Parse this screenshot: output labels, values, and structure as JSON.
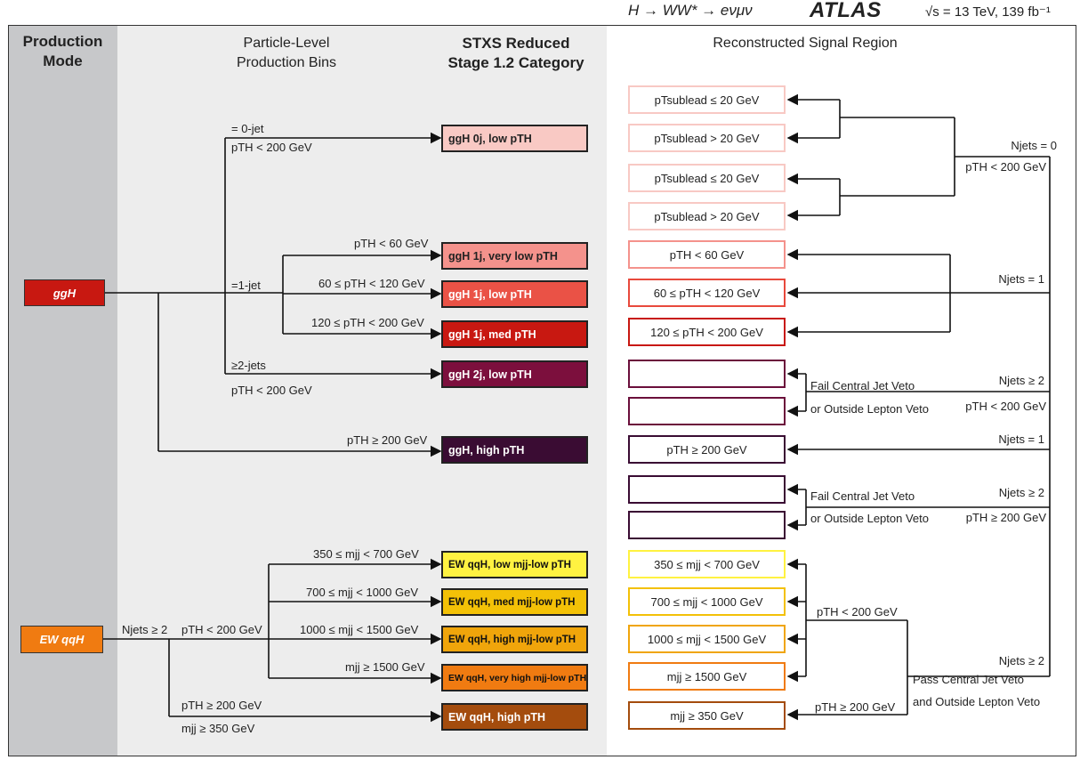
{
  "title": {
    "process": "H → WW* → eνμν",
    "experiment": "ATLAS",
    "energy": "√s = 13 TeV, 139 fb⁻¹"
  },
  "headers": {
    "production_mode": "Production\nMode",
    "particle_bins": "Particle-Level\nProduction Bins",
    "stxs": "STXS Reduced\nStage 1.2 Category",
    "reco": "Reconstructed Signal Region"
  },
  "production_modes": [
    "ggH",
    "EW qqH"
  ],
  "particle_bins": {
    "zero_jet": "= 0-jet",
    "zero_jet_pt": "pTH < 200 GeV",
    "one_jet": "=1-jet",
    "one_jet_low": "pTH < 60 GeV",
    "one_jet_mid": "60 ≤ pTH < 120 GeV",
    "one_jet_high": "120 ≤ pTH < 200 GeV",
    "two_jet": "≥2-jets",
    "two_jet_pt": "pTH < 200 GeV",
    "high_pt": "pTH ≥ 200 GeV",
    "vbf_njets": "Njets ≥ 2",
    "vbf_pt_low": "pTH < 200 GeV",
    "vbf_mjj_1": "350 ≤ mjj < 700 GeV",
    "vbf_mjj_2": "700 ≤ mjj < 1000 GeV",
    "vbf_mjj_3": "1000 ≤ mjj < 1500 GeV",
    "vbf_mjj_4": "mjj ≥ 1500 GeV",
    "vbf_pt_high": "pTH ≥ 200 GeV",
    "vbf_mjj_min": "mjj ≥ 350 GeV"
  },
  "stxs_categories": [
    {
      "label": "ggH 0j, low pTH",
      "color": "#f9c9c4"
    },
    {
      "label": "ggH 1j, very low pTH",
      "color": "#f4928c"
    },
    {
      "label": "ggH 1j, low pTH",
      "color": "#ea5246"
    },
    {
      "label": "ggH 1j, med pTH",
      "color": "#c81811"
    },
    {
      "label": "ggH 2j, low pTH",
      "color": "#7c0f3d"
    },
    {
      "label": "ggH, high pTH",
      "color": "#3a0c33"
    },
    {
      "label": "EW qqH, low mjj-low pTH",
      "color": "#fff241"
    },
    {
      "label": "EW qqH, med mjj-low pTH",
      "color": "#f3c107"
    },
    {
      "label": "EW qqH, high mjj-low pTH",
      "color": "#f0a50b"
    },
    {
      "label": "EW qqH, very high mjj-low pTH",
      "color": "#f07b11"
    },
    {
      "label": "EW qqH, high pTH",
      "color": "#a44c0d"
    }
  ],
  "reco_regions": [
    {
      "label": "pTsublead ≤ 20 GeV",
      "color": "#f8c9c4"
    },
    {
      "label": "pTsublead > 20 GeV",
      "color": "#f8c9c4"
    },
    {
      "label": "pTsublead ≤ 20 GeV",
      "color": "#f8c9c4"
    },
    {
      "label": "pTsublead > 20 GeV",
      "color": "#f8c9c4"
    },
    {
      "label": "pTH < 60 GeV",
      "color": "#f4928c"
    },
    {
      "label": "60 ≤ pTH < 120 GeV",
      "color": "#e8493c"
    },
    {
      "label": "120 ≤ pTH < 200 GeV",
      "color": "#c81811"
    },
    {
      "label": "",
      "color": "#6b0f3b"
    },
    {
      "label": "",
      "color": "#6b0f3b"
    },
    {
      "label": "pTH ≥ 200 GeV",
      "color": "#3a0c33"
    },
    {
      "label": "",
      "color": "#3a0c33"
    },
    {
      "label": "",
      "color": "#3a0c33"
    },
    {
      "label": "350 ≤ mjj < 700 GeV",
      "color": "#fff241"
    },
    {
      "label": "700 ≤ mjj < 1000 GeV",
      "color": "#f3c107"
    },
    {
      "label": "1000 ≤ mjj < 1500 GeV",
      "color": "#f0a50b"
    },
    {
      "label": "mjj ≥ 1500 GeV",
      "color": "#f07b11"
    },
    {
      "label": "mjj ≥ 350 GeV",
      "color": "#a44c0d"
    }
  ],
  "reco_selection": {
    "njets0": "Njets = 0",
    "njets0_pt": "pTH < 200 GeV",
    "njets1": "Njets = 1",
    "njets2": "Njets ≥ 2",
    "njets2_pt": "pTH < 200 GeV",
    "fail_cjv": "Fail Central Jet Veto",
    "outside_olv": "or Outside Lepton Veto",
    "njets1_high": "Njets = 1",
    "njets2_high": "Njets ≥ 2",
    "njets2_high_pt": "pTH ≥ 200 GeV",
    "fail_cjv_2": "Fail Central Jet Veto",
    "outside_olv_2": "or Outside Lepton Veto",
    "vbf_pt_low": "pTH < 200 GeV",
    "vbf_njets": "Njets ≥ 2",
    "pass_cjv": "Pass Central Jet Veto",
    "and_olv": "and Outside Lepton Veto",
    "vbf_pt_high": "pTH ≥ 200 GeV"
  }
}
